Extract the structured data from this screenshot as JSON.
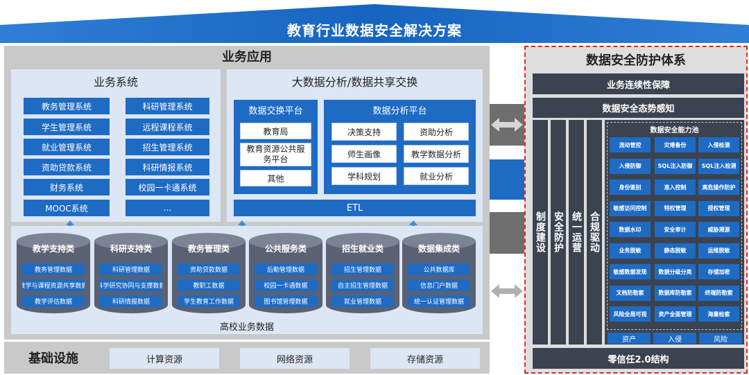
{
  "banner": {
    "title": "教育行业数据安全解决方案"
  },
  "business_app": {
    "title": "业务应用",
    "systems": {
      "title": "业务系统",
      "left": [
        "教务管理系统",
        "学生管理系统",
        "就业管理系统",
        "资助贷款系统",
        "财务系统",
        "MOOC系统"
      ],
      "right": [
        "科研管理系统",
        "远程课程系统",
        "招生管理系统",
        "科研情报系统",
        "校园一卡通系统",
        "..."
      ]
    },
    "bigdata": {
      "title": "大数据分析/数据共享交换",
      "exchange": {
        "title": "数据交换平台",
        "items": [
          "教育局",
          "教育资源公共服务平台",
          "其他"
        ]
      },
      "analysis": {
        "title": "数据分析平台",
        "items": [
          "决策支持",
          "资助分析",
          "师生画像",
          "教学数据分析",
          "学科规划",
          "就业分析"
        ]
      },
      "etl": "ETL"
    },
    "databases": [
      {
        "name": "教学支持类",
        "items": [
          "教务管理数据",
          "教学与课程资源共享数据",
          "教学评估数据"
        ]
      },
      {
        "name": "科研支持类",
        "items": [
          "科研管理数据",
          "科学研究协同与支撑数据",
          "科研情报数据"
        ]
      },
      {
        "name": "教务管理类",
        "items": [
          "资助贷款数据",
          "教职工数据",
          "学生教育工作数据"
        ]
      },
      {
        "name": "公共服务类",
        "items": [
          "后勤管理数据",
          "校园一卡通数据",
          "图书馆管理数据"
        ]
      },
      {
        "name": "招生就业类",
        "items": [
          "招生管理数据",
          "自主招生管理数据",
          "就业管理数据"
        ]
      },
      {
        "name": "数据集成类",
        "items": [
          "公共数据库",
          "信息门户数据",
          "统一认证管理数据"
        ]
      }
    ],
    "db_label": "高校业务数据"
  },
  "infra": {
    "title": "基础设施",
    "items": [
      "计算资源",
      "网络资源",
      "存储资源"
    ]
  },
  "security": {
    "title": "数据安全防护体系",
    "continuity": "业务连续性保障",
    "situation": "数据安全态势感知",
    "columns": [
      "制度建设",
      "安全防护",
      "统一运营",
      "合规驱动"
    ],
    "capability_title": "数据安全能力池",
    "capabilities": [
      [
        "流动管控",
        "灾难备份",
        "入侵检测"
      ],
      [
        "入侵防御",
        "SQL注入防御",
        "SQL注入检测"
      ],
      [
        "身份鉴别",
        "准入控制",
        "高危操作防护"
      ],
      [
        "敏感访问控制",
        "特权管理",
        "授权管理"
      ],
      [
        "数据水印",
        "安全审计",
        "威胁溯源"
      ],
      [
        "业务脱敏",
        "静态脱敏",
        "运维脱敏"
      ],
      [
        "敏感数据发现",
        "数据分级分类",
        "存储加密"
      ],
      [
        "文档防勒索",
        "数据库防勒索",
        "终端防勒索"
      ],
      [
        "风险全局可视",
        "资产全面管理",
        "海量检索"
      ]
    ],
    "tags": [
      "资产",
      "入侵",
      "风险"
    ],
    "zero_trust": "零信任2.0结构"
  },
  "colors": {
    "brand_blue": "#1e6bc4",
    "dark": "#3c4350",
    "accent_red": "#e0261e",
    "panel_gray": "#c9c9c9"
  }
}
